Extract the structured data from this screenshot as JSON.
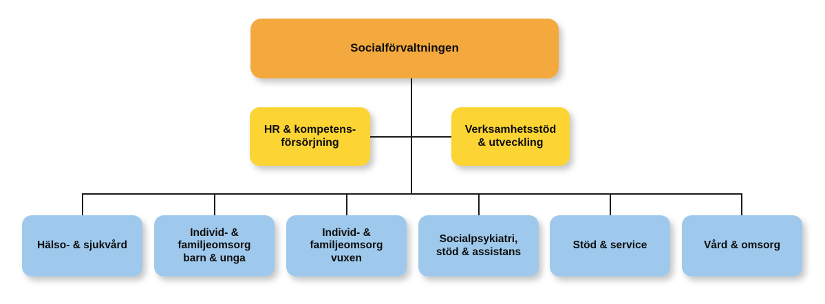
{
  "chart_data": {
    "type": "diagram",
    "title": "Socialförvaltningen organisationsschema",
    "orientation": "top-down",
    "levels": 3,
    "colors": {
      "root": "#F4A93E",
      "staff": "#FCD433",
      "unit": "#9FC9EC",
      "connector": "#1a1a1a",
      "background": "#FFFFFF",
      "text": "#0D0D0D"
    },
    "nodes": [
      {
        "id": "root",
        "label": "Socialförvaltningen",
        "level": 0,
        "color": "#F4A93E"
      },
      {
        "id": "staff1",
        "label": "HR & kompetens-\nförsörjning",
        "level": 1,
        "color": "#FCD433",
        "relation": "staff-left"
      },
      {
        "id": "staff2",
        "label": "Verksamhetsstöd\n& utveckling",
        "level": 1,
        "color": "#FCD433",
        "relation": "staff-right"
      },
      {
        "id": "unit1",
        "label": "Hälso- & sjukvård",
        "level": 2,
        "color": "#9FC9EC"
      },
      {
        "id": "unit2",
        "label": "Individ- &\nfamiljeomsorg\nbarn & unga",
        "level": 2,
        "color": "#9FC9EC"
      },
      {
        "id": "unit3",
        "label": "Individ- &\nfamiljeomsorg\nvuxen",
        "level": 2,
        "color": "#9FC9EC"
      },
      {
        "id": "unit4",
        "label": "Socialpsykiatri,\nstöd & assistans",
        "level": 2,
        "color": "#9FC9EC"
      },
      {
        "id": "unit5",
        "label": "Stöd & service",
        "level": 2,
        "color": "#9FC9EC"
      },
      {
        "id": "unit6",
        "label": "Vård & omsorg",
        "level": 2,
        "color": "#9FC9EC"
      }
    ],
    "edges": [
      {
        "from": "root",
        "to": "bus"
      },
      {
        "from": "trunk",
        "to": "staff1"
      },
      {
        "from": "trunk",
        "to": "staff2"
      },
      {
        "from": "bus",
        "to": "unit1"
      },
      {
        "from": "bus",
        "to": "unit2"
      },
      {
        "from": "bus",
        "to": "unit3"
      },
      {
        "from": "bus",
        "to": "unit4"
      },
      {
        "from": "bus",
        "to": "unit5"
      },
      {
        "from": "bus",
        "to": "unit6"
      }
    ]
  },
  "root": {
    "label": "Socialförvaltningen"
  },
  "staff": {
    "items": [
      {
        "label": "HR & kompetens-\nförsörjning"
      },
      {
        "label": "Verksamhetsstöd\n& utveckling"
      }
    ]
  },
  "units": {
    "items": [
      {
        "label": "Hälso- & sjukvård"
      },
      {
        "label": "Individ- &\nfamiljeomsorg\nbarn & unga"
      },
      {
        "label": "Individ- &\nfamiljeomsorg\nvuxen"
      },
      {
        "label": "Socialpsykiatri,\nstöd & assistans"
      },
      {
        "label": "Stöd & service"
      },
      {
        "label": "Vård & omsorg"
      }
    ]
  }
}
